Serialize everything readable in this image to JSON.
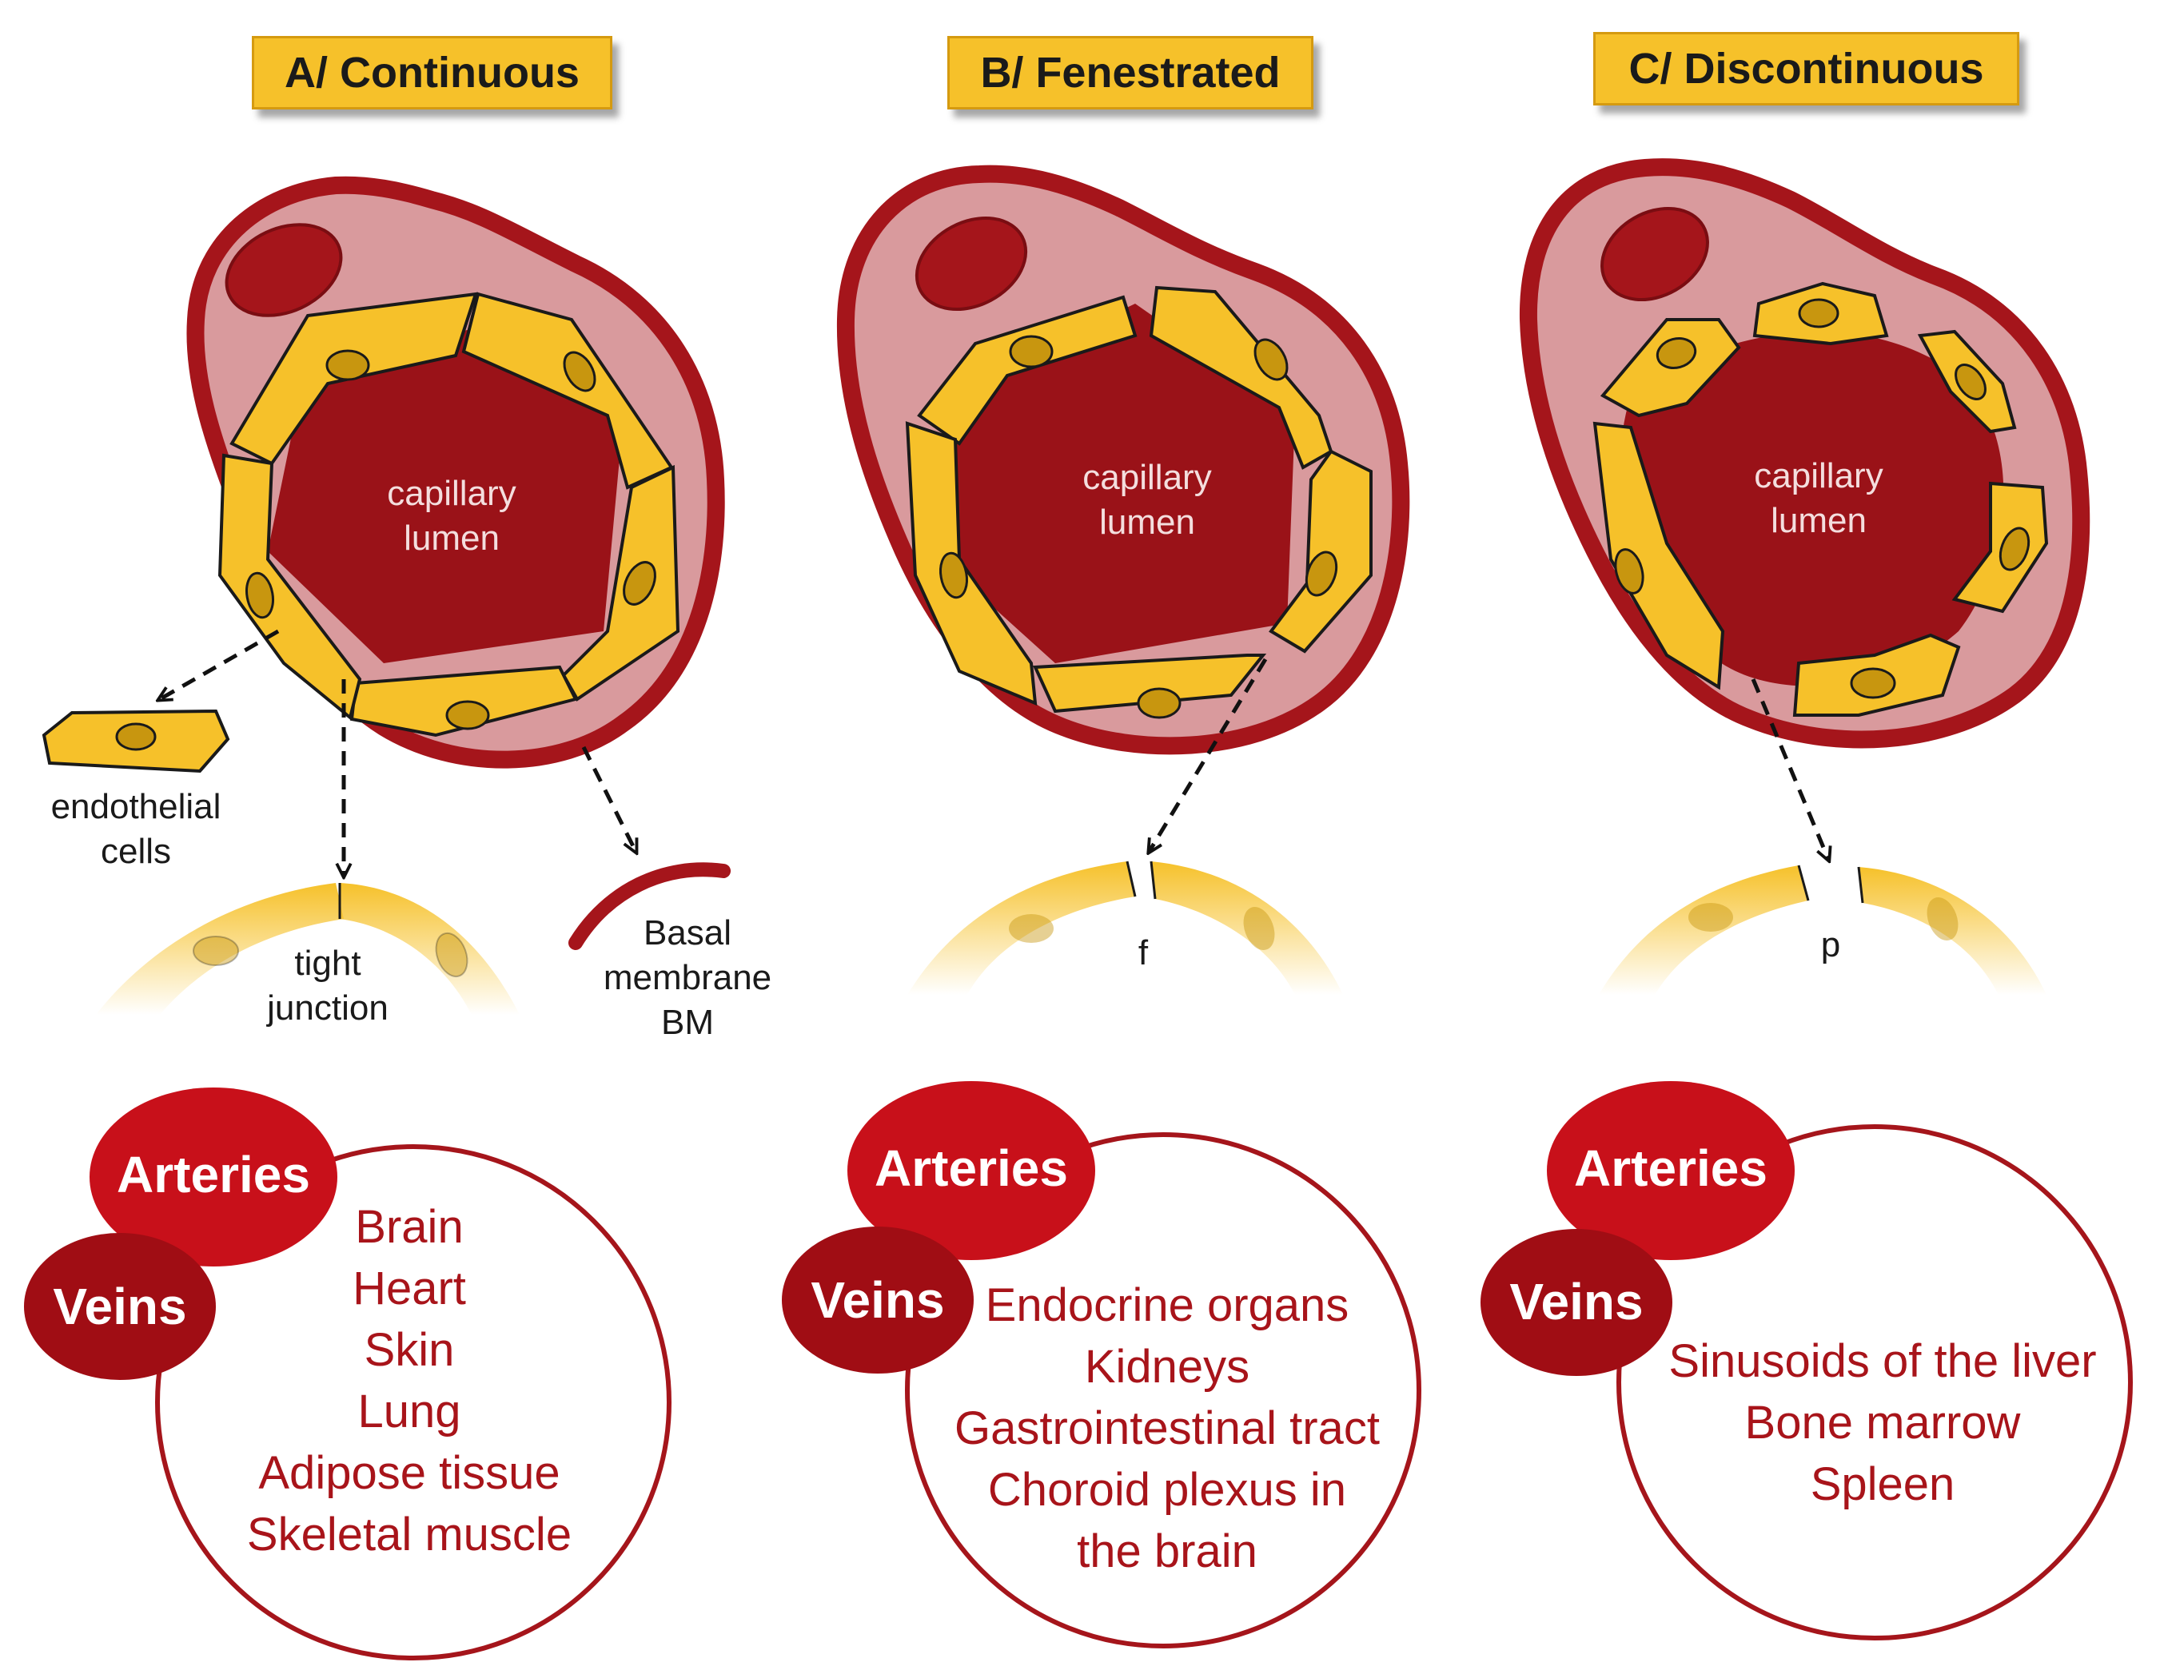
{
  "panels": [
    {
      "title": "A/ Continuous",
      "lumen": "capillary\nlumen",
      "arteries": "Arteries",
      "veins": "Veins",
      "tissues": [
        "Brain",
        "Heart",
        "Skin",
        "Lung",
        "Adipose tissue",
        "Skeletal muscle"
      ]
    },
    {
      "title": "B/ Fenestrated",
      "lumen": "capillary\nlumen",
      "arteries": "Arteries",
      "veins": "Veins",
      "tissues": [
        "Endocrine organs",
        "Kidneys",
        "Gastrointestinal tract",
        "Choroid plexus in",
        "the brain"
      ]
    },
    {
      "title": "C/ Discontinuous",
      "lumen": "capillary\nlumen",
      "arteries": "Arteries",
      "veins": "Veins",
      "tissues": [
        "Sinusoids of the liver",
        "Bone marrow",
        "Spleen"
      ]
    }
  ],
  "labels": {
    "endothelial": "endothelial\ncells",
    "tight_junction": "tight\njunction",
    "basal": "Basal\nmembrane\nBM",
    "fenestra": "f",
    "pore": "p"
  },
  "colors": {
    "outer_wall": "#a5151b",
    "pericyte_fill": "#d99a9d",
    "lumen": "#9a1218",
    "endothelial": "#f6c12a",
    "nucleus": "#c8960f",
    "title_bg": "#f6c12a",
    "tissue_text": "#a8141a",
    "arteries_oval": "#c8101a",
    "veins_oval": "#a00d14"
  }
}
